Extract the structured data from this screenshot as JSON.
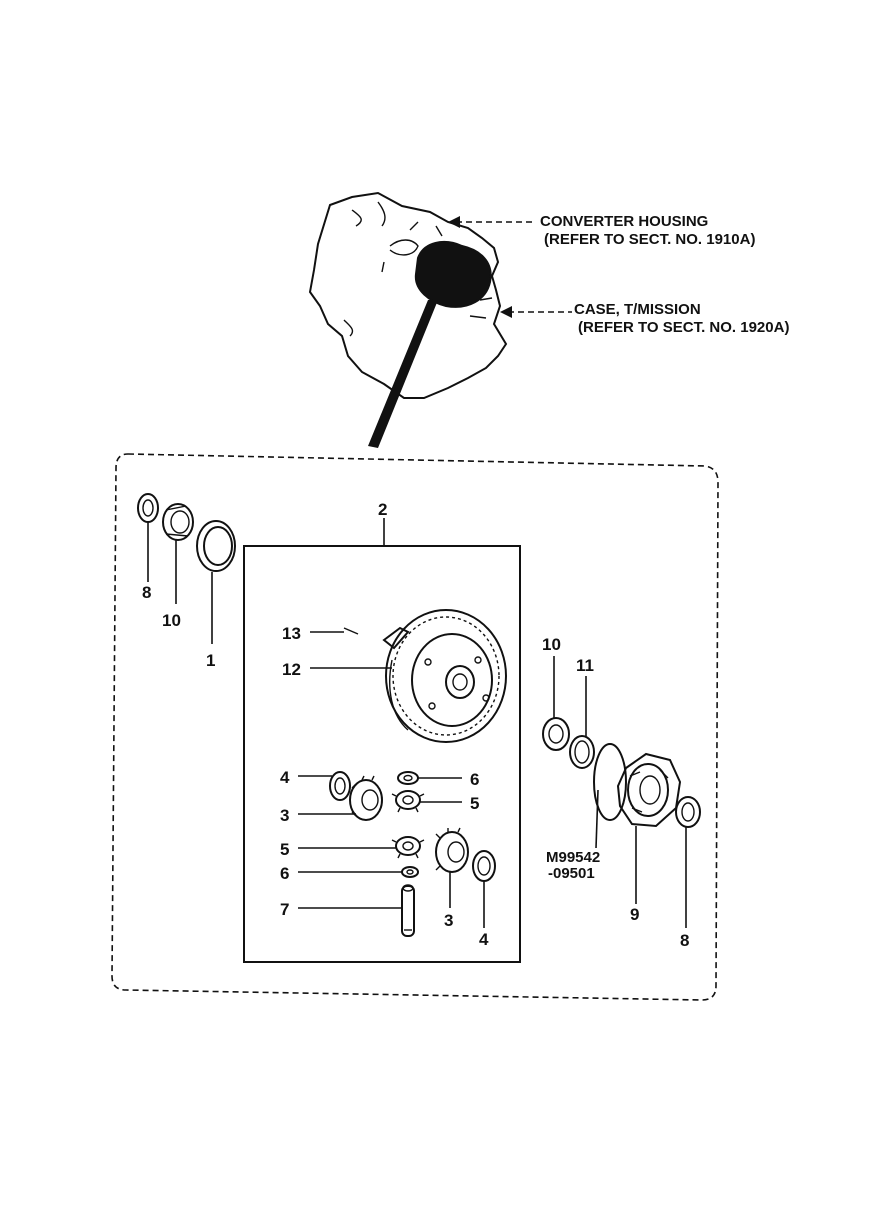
{
  "callouts": {
    "converter_housing": {
      "line1": "CONVERTER HOUSING",
      "line2": "(REFER TO SECT. NO. 1910A)"
    },
    "case_transmission": {
      "line1": "CASE, T/MISSION",
      "line2": "(REFER TO SECT. NO. 1920A)"
    }
  },
  "part_numbers": {
    "left_8": "8",
    "left_10": "10",
    "left_1": "1",
    "assy_2": "2",
    "p13": "13",
    "p12": "12",
    "p4_left": "4",
    "p3_left": "3",
    "p6_right": "6",
    "p5_right": "5",
    "p5_left": "5",
    "p6_left": "6",
    "p7": "7",
    "p3_bottom": "3",
    "p4_bottom": "4",
    "right_10": "10",
    "right_11": "11",
    "right_9": "9",
    "right_8": "8"
  },
  "seal_code": {
    "line1": "M99542",
    "line2": "-09501"
  }
}
